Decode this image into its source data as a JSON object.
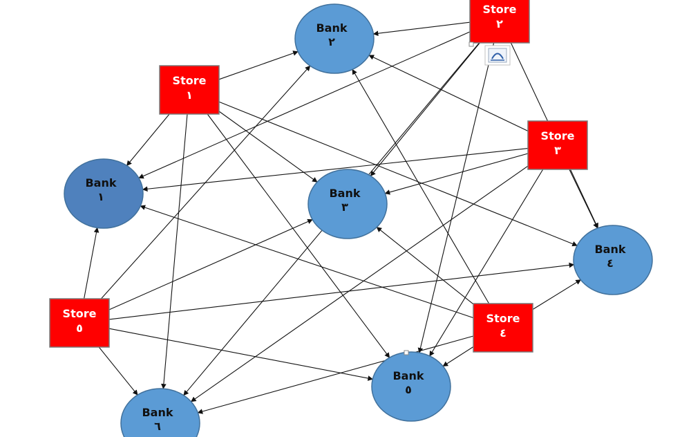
{
  "colors": {
    "store_fill": "#ff0000",
    "store_stroke": "#7a7a7a",
    "bank_fill": "#5b9bd5",
    "bank_fill_dark": "#4f81bd",
    "bank_stroke": "#41719c",
    "edge": "#111111"
  },
  "banks": [
    {
      "id": "bank1",
      "name": "Bank",
      "num": "١",
      "dark": true
    },
    {
      "id": "bank2",
      "name": "Bank",
      "num": "٢"
    },
    {
      "id": "bank3",
      "name": "Bank",
      "num": "٣"
    },
    {
      "id": "bank4",
      "name": "Bank",
      "num": "٤"
    },
    {
      "id": "bank5",
      "name": "Bank",
      "num": "٥"
    },
    {
      "id": "bank6",
      "name": "Bank",
      "num": "٦"
    }
  ],
  "stores": [
    {
      "id": "store1",
      "name": "Store",
      "num": "١"
    },
    {
      "id": "store2",
      "name": "Store",
      "num": "٢"
    },
    {
      "id": "store3",
      "name": "Store",
      "num": "٣"
    },
    {
      "id": "store4",
      "name": "Store",
      "num": "٤"
    },
    {
      "id": "store5",
      "name": "Store",
      "num": "٥"
    }
  ],
  "edges": [
    [
      "store1",
      "bank2"
    ],
    [
      "store1",
      "bank1"
    ],
    [
      "store1",
      "bank3"
    ],
    [
      "store1",
      "bank5"
    ],
    [
      "store1",
      "bank6"
    ],
    [
      "store1",
      "bank4"
    ],
    [
      "store2",
      "bank2"
    ],
    [
      "store2",
      "bank1"
    ],
    [
      "store2",
      "bank3"
    ],
    [
      "store2",
      "bank4"
    ],
    [
      "store2",
      "bank5"
    ],
    [
      "store2",
      "bank6"
    ],
    [
      "store3",
      "bank1"
    ],
    [
      "store3",
      "bank2"
    ],
    [
      "store3",
      "bank3"
    ],
    [
      "store3",
      "bank4"
    ],
    [
      "store3",
      "bank5"
    ],
    [
      "store3",
      "bank6"
    ],
    [
      "store4",
      "bank1"
    ],
    [
      "store4",
      "bank2"
    ],
    [
      "store4",
      "bank3"
    ],
    [
      "store4",
      "bank4"
    ],
    [
      "store4",
      "bank5"
    ],
    [
      "store4",
      "bank6"
    ],
    [
      "store5",
      "bank1"
    ],
    [
      "store5",
      "bank2"
    ],
    [
      "store5",
      "bank3"
    ],
    [
      "store5",
      "bank4"
    ],
    [
      "store5",
      "bank5"
    ],
    [
      "store5",
      "bank6"
    ]
  ],
  "layout_handle": {
    "icon": "layout-options-icon"
  }
}
